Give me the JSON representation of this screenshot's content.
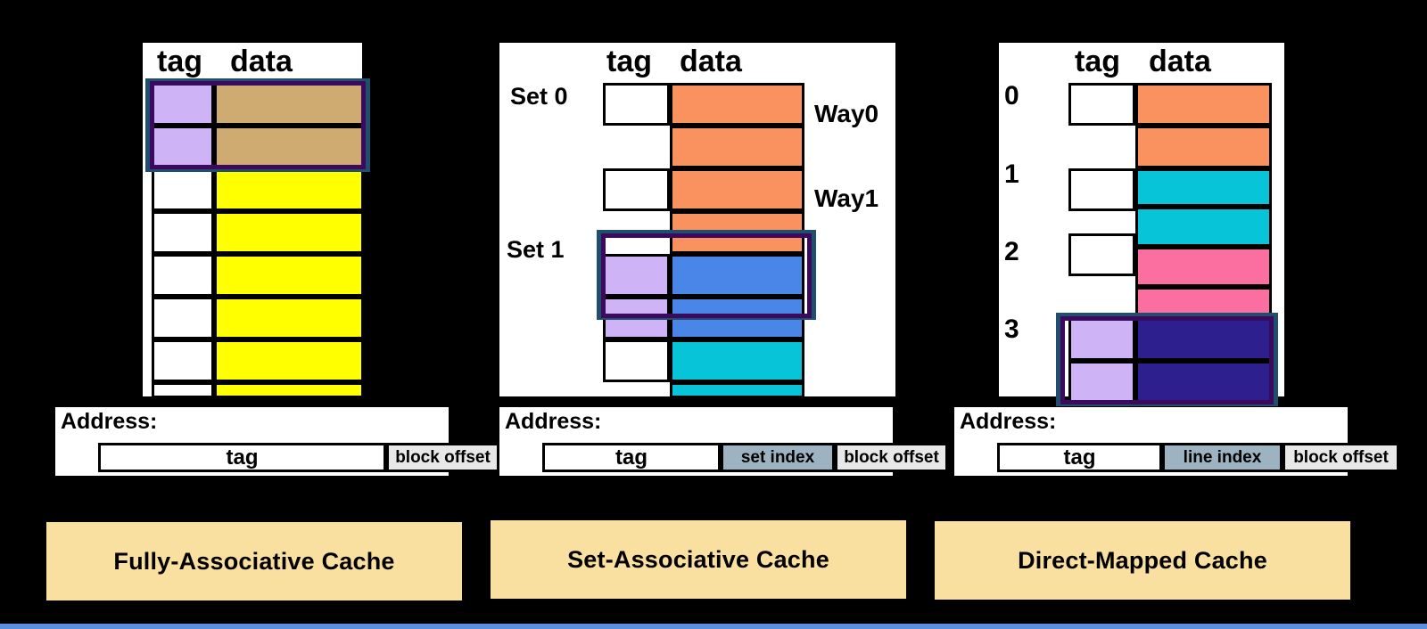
{
  "background_color": "#000000",
  "accent_line_color": "#5b8fe0",
  "palette": {
    "tan": "#cfab72",
    "yellow": "#ffff00",
    "orange": "#f9925e",
    "blue": "#4a86e8",
    "cyan": "#08c4d8",
    "pink": "#fa6ea0",
    "indigo": "#2e1f8f",
    "lavender": "#cfb3f7",
    "white": "#ffffff",
    "highlight_outer": "#1f4e6e",
    "highlight_inner": "#3b0a5e",
    "caption_bg": "#fae0a0",
    "index_field_bg": "#9eb3c2",
    "block_offset_bg": "#e8e8e8"
  },
  "panels": [
    {
      "id": "fully-associative",
      "headers": {
        "tag": "tag",
        "data": "data"
      },
      "row_labels": [],
      "way_labels": [],
      "data_colors": [
        "tan",
        "tan",
        "yellow",
        "yellow",
        "yellow",
        "yellow",
        "yellow",
        "yellow"
      ],
      "tag_colors": [
        "lavender",
        "lavender",
        "white",
        "white",
        "white",
        "white",
        "white",
        "white"
      ],
      "tag_span": 1,
      "highlight_rows": [
        0,
        1
      ],
      "address": {
        "title": "Address:",
        "fields": [
          {
            "label": "tag",
            "kind": "tag"
          },
          {
            "label": "block offset",
            "kind": "blk"
          }
        ]
      },
      "caption": "Fully-Associative Cache"
    },
    {
      "id": "set-associative",
      "headers": {
        "tag": "tag",
        "data": "data"
      },
      "row_labels": [
        {
          "text": "Set 0",
          "row": 0
        },
        {
          "text": "Set 1",
          "row": 4
        }
      ],
      "way_labels": [
        {
          "text": "Way0",
          "row": 0
        },
        {
          "text": "Way1",
          "row": 2
        }
      ],
      "data_colors": [
        "orange",
        "orange",
        "orange",
        "orange",
        "blue",
        "blue",
        "cyan",
        "cyan"
      ],
      "tag_rows": [
        0,
        2,
        4,
        6
      ],
      "tag_colors": [
        "white",
        "white",
        "lavender",
        "white"
      ],
      "highlight_rows": [
        4,
        5
      ],
      "address": {
        "title": "Address:",
        "fields": [
          {
            "label": "tag",
            "kind": "tag"
          },
          {
            "label": "set index",
            "kind": "index"
          },
          {
            "label": "block offset",
            "kind": "blk"
          }
        ]
      },
      "caption": "Set-Associative Cache"
    },
    {
      "id": "direct-mapped",
      "headers": {
        "tag": "tag",
        "data": "data"
      },
      "row_labels": [
        {
          "text": "0",
          "row": 0
        },
        {
          "text": "1",
          "row": 2
        },
        {
          "text": "2",
          "row": 4
        },
        {
          "text": "3",
          "row": 6
        }
      ],
      "way_labels": [],
      "data_colors": [
        "orange",
        "orange",
        "cyan",
        "cyan",
        "pink",
        "pink",
        "indigo",
        "indigo"
      ],
      "tag_rows": [
        0,
        2,
        4,
        6
      ],
      "tag_colors": [
        "white",
        "white",
        "white",
        "lavender"
      ],
      "highlight_rows": [
        6,
        7
      ],
      "address": {
        "title": "Address:",
        "fields": [
          {
            "label": "tag",
            "kind": "tag"
          },
          {
            "label": "line index",
            "kind": "index"
          },
          {
            "label": "block offset",
            "kind": "blk"
          }
        ]
      },
      "caption": "Direct-Mapped Cache"
    }
  ]
}
